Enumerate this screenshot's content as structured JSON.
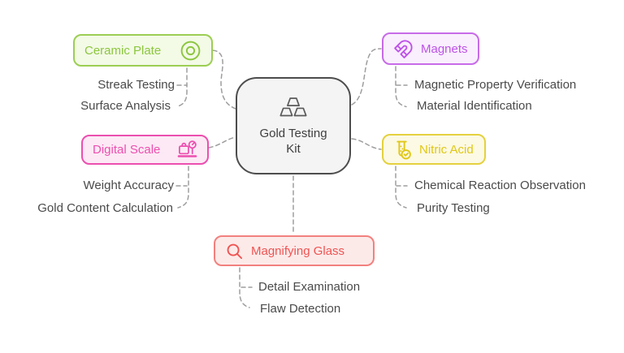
{
  "colors": {
    "connector": "#9E9E9E",
    "center_border": "#4D4D4D",
    "center_bg": "#F4F4F4",
    "center_text": "#3F3F3F",
    "subitem_text": "#4A4A4A",
    "gold_icon": "#5A5A5A"
  },
  "center": {
    "label": "Gold Testing Kit",
    "line1": "Gold Testing",
    "line2": "Kit",
    "icon": "gold-bars-icon"
  },
  "branches": [
    {
      "id": "ceramic-plate",
      "label": "Ceramic Plate",
      "icon": "double-circle-icon",
      "color": "#8CC63F",
      "border": "#9CCE53",
      "bg": "#F3FAE6",
      "children": [
        "Streak Testing",
        "Surface Analysis"
      ]
    },
    {
      "id": "digital-scale",
      "label": "Digital Scale",
      "icon": "scale-icon",
      "color": "#EC4FAF",
      "border": "#EC4FAF",
      "bg": "#FCE9F5",
      "children": [
        "Weight Accuracy",
        "Gold Content Calculation"
      ]
    },
    {
      "id": "magnets",
      "label": "Magnets",
      "icon": "magnet-icon",
      "color": "#BE52E8",
      "border": "#C76BE8",
      "bg": "#F9EFFD",
      "children": [
        "Magnetic Property Verification",
        "Material Identification"
      ]
    },
    {
      "id": "nitric-acid",
      "label": "Nitric Acid",
      "icon": "test-tube-icon",
      "color": "#E0C716",
      "border": "#E4D13F",
      "bg": "#FCF9E4",
      "children": [
        "Chemical Reaction Observation",
        "Purity Testing"
      ]
    },
    {
      "id": "magnifying-glass",
      "label": "Magnifying Glass",
      "icon": "magnifier-icon",
      "color": "#EF5452",
      "border": "#F2817E",
      "bg": "#FCEAE9",
      "children": [
        "Detail Examination",
        "Flaw Detection"
      ]
    }
  ]
}
